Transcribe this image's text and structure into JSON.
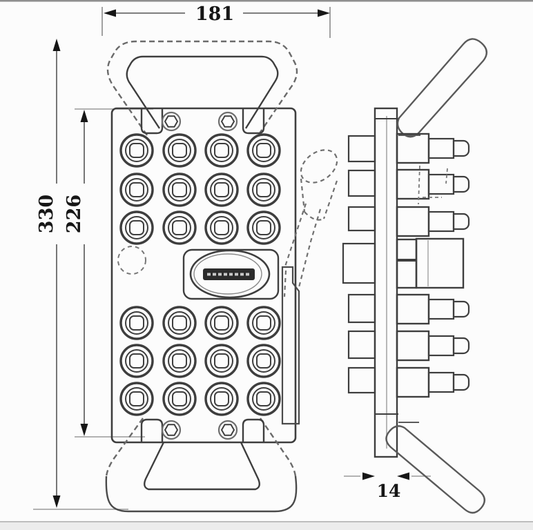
{
  "drawing": {
    "dimensions": {
      "width": "181",
      "overall_height": "330",
      "panel_height": "226",
      "thickness": "14"
    },
    "front_view": {
      "button_columns": 4,
      "button_rows": 6,
      "screw_count": 4,
      "has_center_label_plate": true,
      "has_dashed_control_lever": true,
      "has_top_handle": true,
      "has_bottom_handle": true
    },
    "side_view": {
      "left_block_count": 7,
      "button_stack_count": 6,
      "has_center_block": true,
      "has_top_handle": true,
      "has_bottom_handle": true
    },
    "colors": {
      "line_dark": "#3e3e3e",
      "line_gray": "#8a8a8a",
      "background": "#fcfcfc",
      "label_band": "#2c2c2c",
      "top_strip": "#8f8f8f",
      "footer_strip": "#ececec"
    }
  }
}
